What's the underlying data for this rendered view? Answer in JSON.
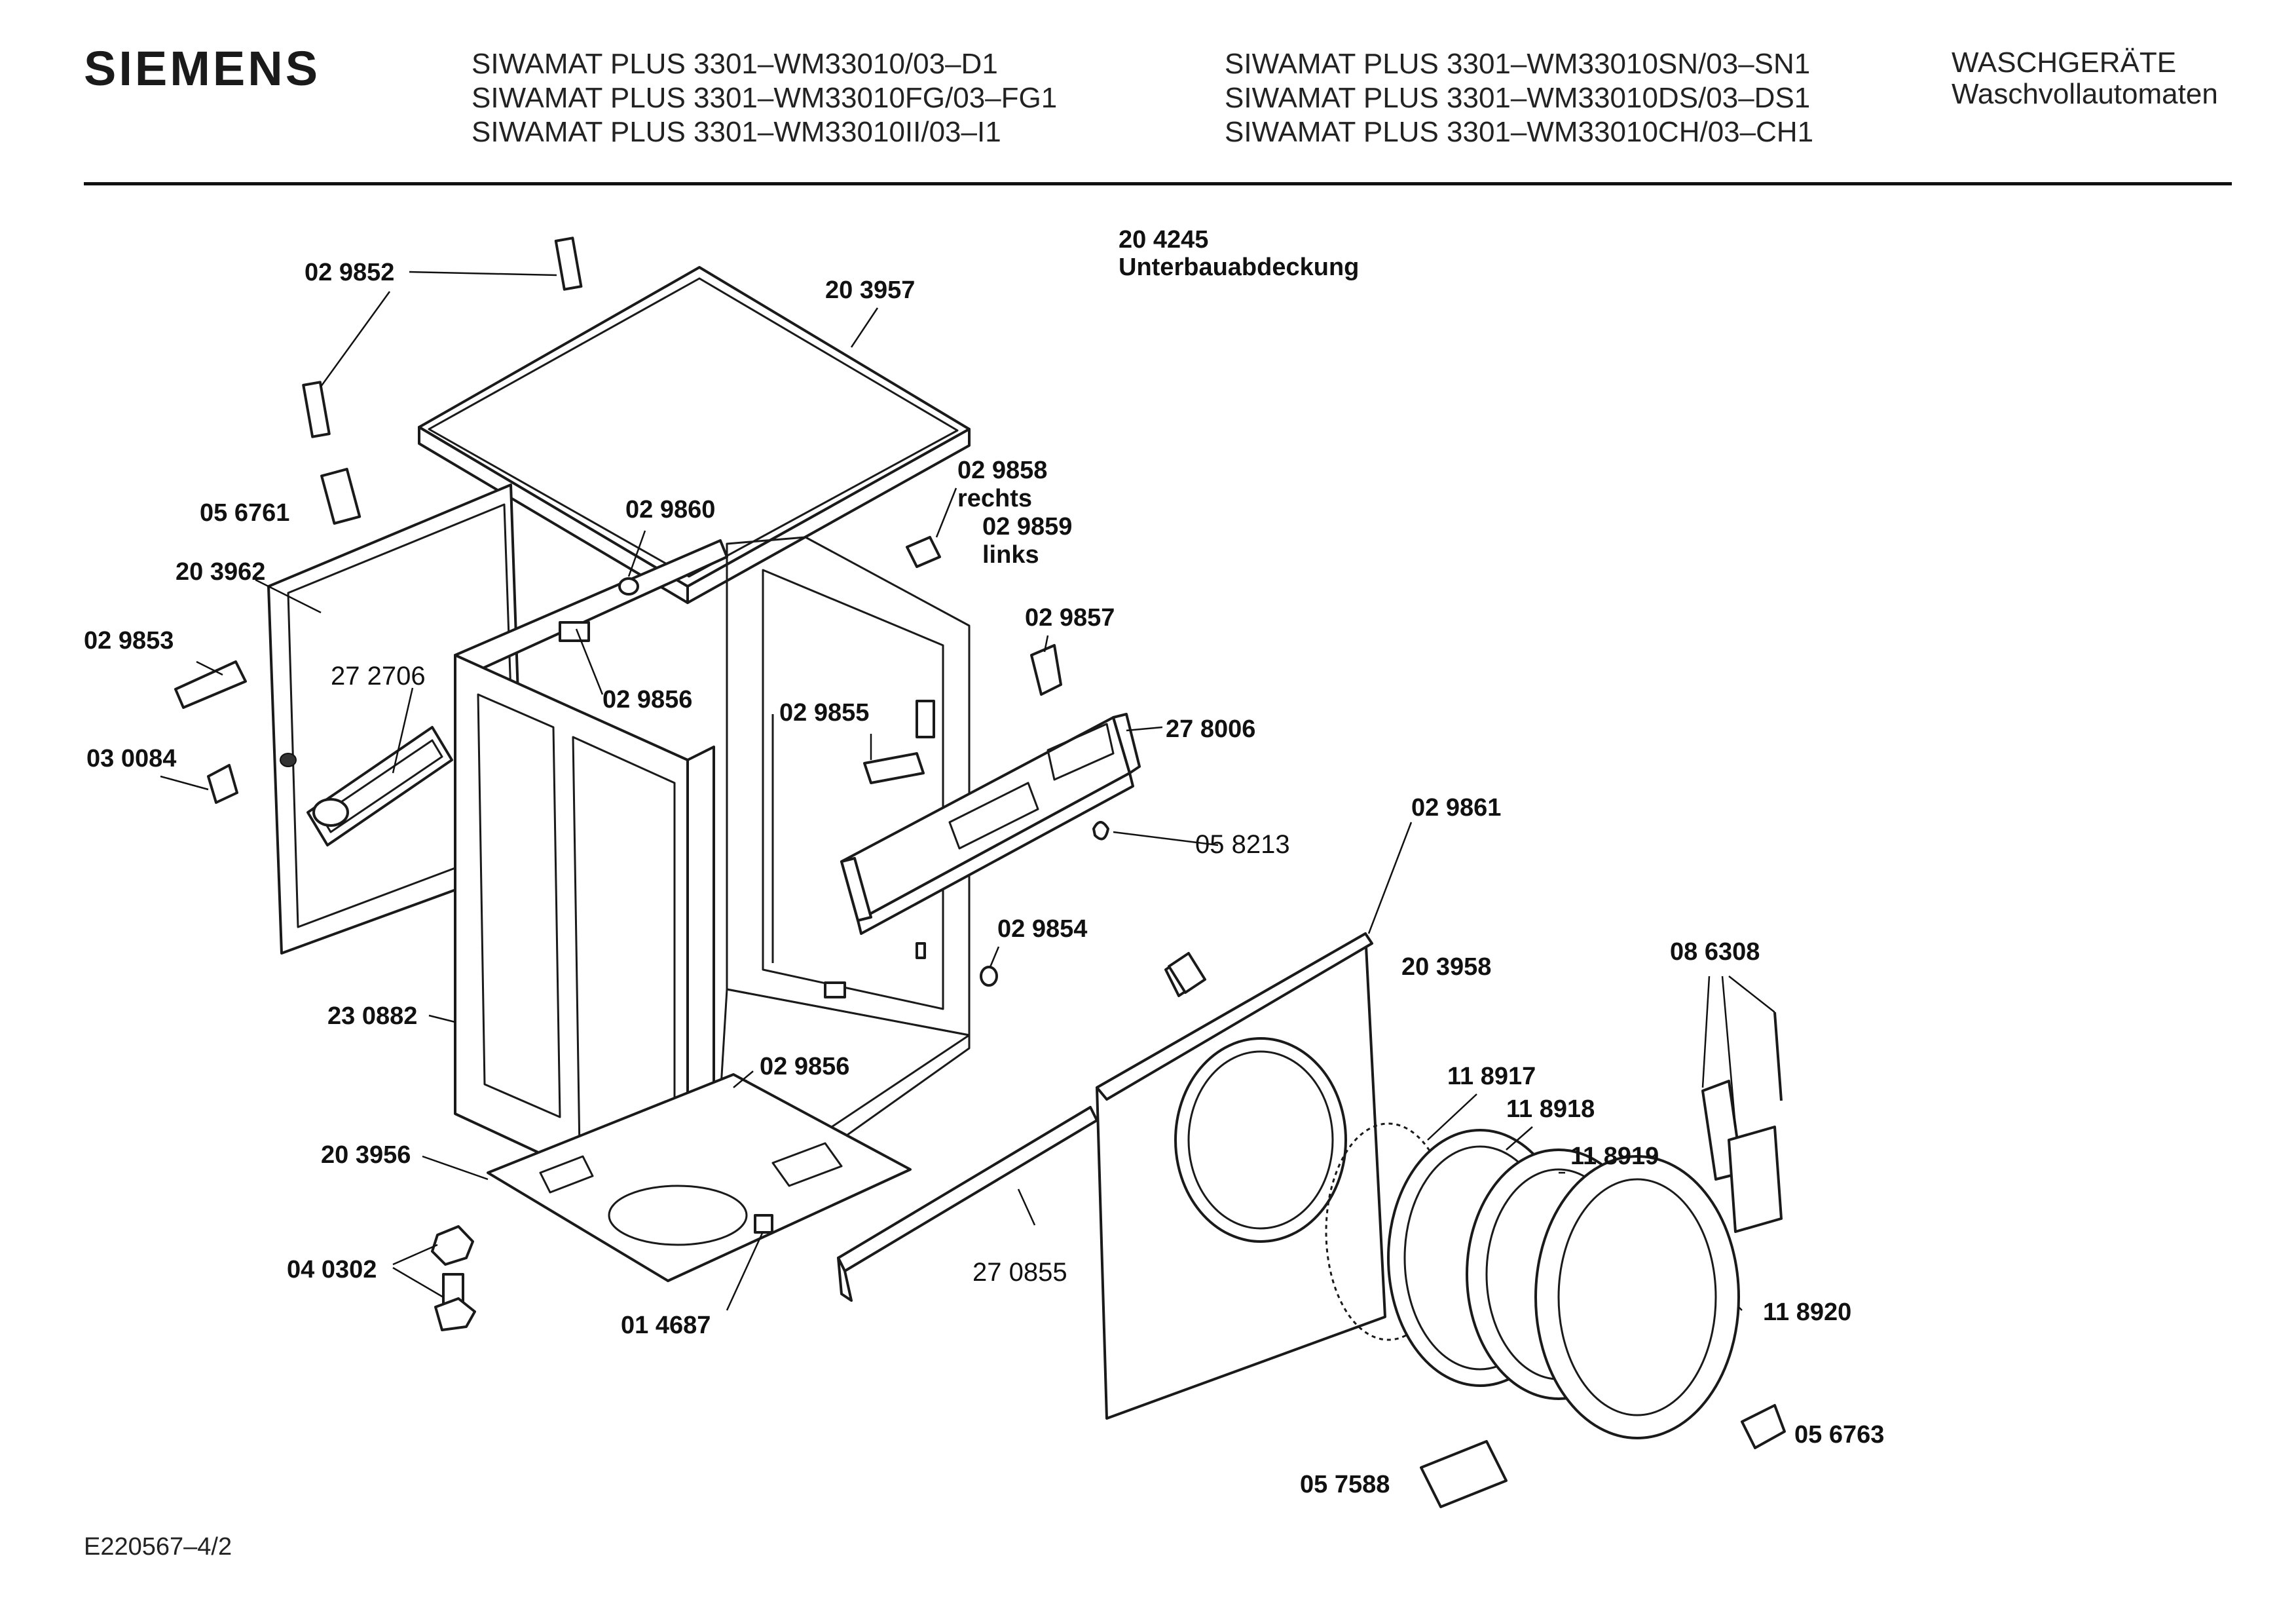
{
  "header": {
    "brand": "SIEMENS",
    "models_left": [
      "SIWAMAT PLUS 3301–WM33010/03–D1",
      "SIWAMAT PLUS 3301–WM33010FG/03–FG1",
      "SIWAMAT PLUS 3301–WM33010II/03–I1"
    ],
    "models_right": [
      "SIWAMAT PLUS 3301–WM33010SN/03–SN1",
      "SIWAMAT PLUS 3301–WM33010DS/03–DS1",
      "SIWAMAT PLUS 3301–WM33010CH/03–CH1"
    ],
    "category": [
      "WASCHGERÄTE",
      "Waschvollautomaten"
    ]
  },
  "note": {
    "number": "20 4245",
    "text": "Unterbauabdeckung"
  },
  "parts": [
    {
      "id": "p029852",
      "label": "02 9852",
      "bold": true
    },
    {
      "id": "p203957",
      "label": "20 3957",
      "bold": true
    },
    {
      "id": "p056761",
      "label": "05 6761",
      "bold": true
    },
    {
      "id": "p029860",
      "label": "02 9860",
      "bold": true
    },
    {
      "id": "p029858",
      "label": "02 9858",
      "bold": true
    },
    {
      "id": "rechts",
      "label": "rechts",
      "bold": true
    },
    {
      "id": "p029859",
      "label": "02 9859",
      "bold": true
    },
    {
      "id": "links",
      "label": "links",
      "bold": true
    },
    {
      "id": "p203962",
      "label": "20 3962",
      "bold": true
    },
    {
      "id": "p029853",
      "label": "02 9853",
      "bold": true
    },
    {
      "id": "p272706",
      "label": "27 2706",
      "bold": false
    },
    {
      "id": "p029856a",
      "label": "02 9856",
      "bold": true
    },
    {
      "id": "p029857",
      "label": "02 9857",
      "bold": true
    },
    {
      "id": "p029855",
      "label": "02 9855",
      "bold": true
    },
    {
      "id": "p278006",
      "label": "27 8006",
      "bold": true
    },
    {
      "id": "p030084",
      "label": "03 0084",
      "bold": true
    },
    {
      "id": "p058213",
      "label": "05 8213",
      "bold": false
    },
    {
      "id": "p029861",
      "label": "02 9861",
      "bold": true
    },
    {
      "id": "p029854",
      "label": "02 9854",
      "bold": true
    },
    {
      "id": "p203958",
      "label": "20 3958",
      "bold": true
    },
    {
      "id": "p086308",
      "label": "08 6308",
      "bold": true
    },
    {
      "id": "p230882",
      "label": "23 0882",
      "bold": true
    },
    {
      "id": "p029856b",
      "label": "02 9856",
      "bold": true
    },
    {
      "id": "p118917",
      "label": "11 8917",
      "bold": true
    },
    {
      "id": "p118918",
      "label": "11 8918",
      "bold": true
    },
    {
      "id": "p203956",
      "label": "20 3956",
      "bold": true
    },
    {
      "id": "p118919",
      "label": "11 8919",
      "bold": true
    },
    {
      "id": "p040302",
      "label": "04 0302",
      "bold": true
    },
    {
      "id": "p270855",
      "label": "27 0855",
      "bold": false
    },
    {
      "id": "p118920",
      "label": "11 8920",
      "bold": true
    },
    {
      "id": "p014687",
      "label": "01 4687",
      "bold": true
    },
    {
      "id": "p056763",
      "label": "05 6763",
      "bold": true
    },
    {
      "id": "p057588",
      "label": "05 7588",
      "bold": true
    }
  ],
  "footer": "E220567–4/2"
}
